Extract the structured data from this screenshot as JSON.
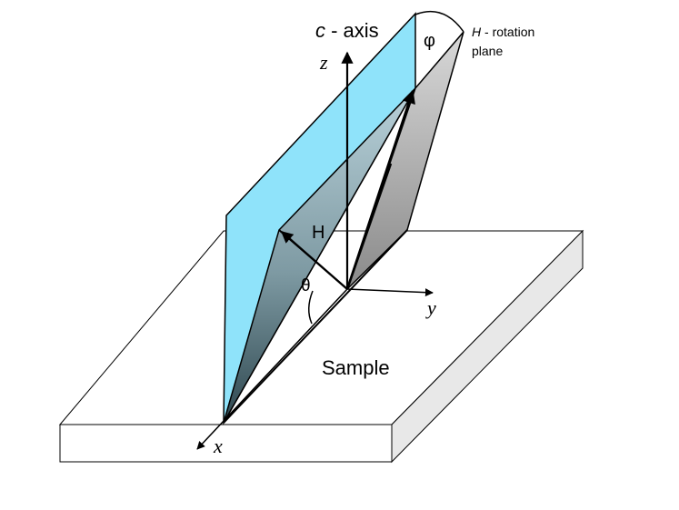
{
  "labels": {
    "c_axis_italic": "c",
    "c_axis_rest": " - axis",
    "z_axis": "z",
    "x_axis": "x",
    "y_axis": "y",
    "phi": "φ",
    "theta": "θ",
    "field": "H",
    "rotation_plane_italic": "H",
    "rotation_plane_rest": " - rotation",
    "rotation_plane_line2": "plane",
    "sample": "Sample"
  },
  "colors": {
    "c_plane_fill": "#8fe3fa",
    "sample_top": "#ffffff",
    "sample_side": "#e8e8e8",
    "outline": "#000000",
    "rotation_plane_light": "#b9d1d9",
    "rotation_plane_dark": "#2e474f",
    "side_panel_light": "#cfcfcf",
    "side_panel_dark": "#8a8a8a"
  }
}
